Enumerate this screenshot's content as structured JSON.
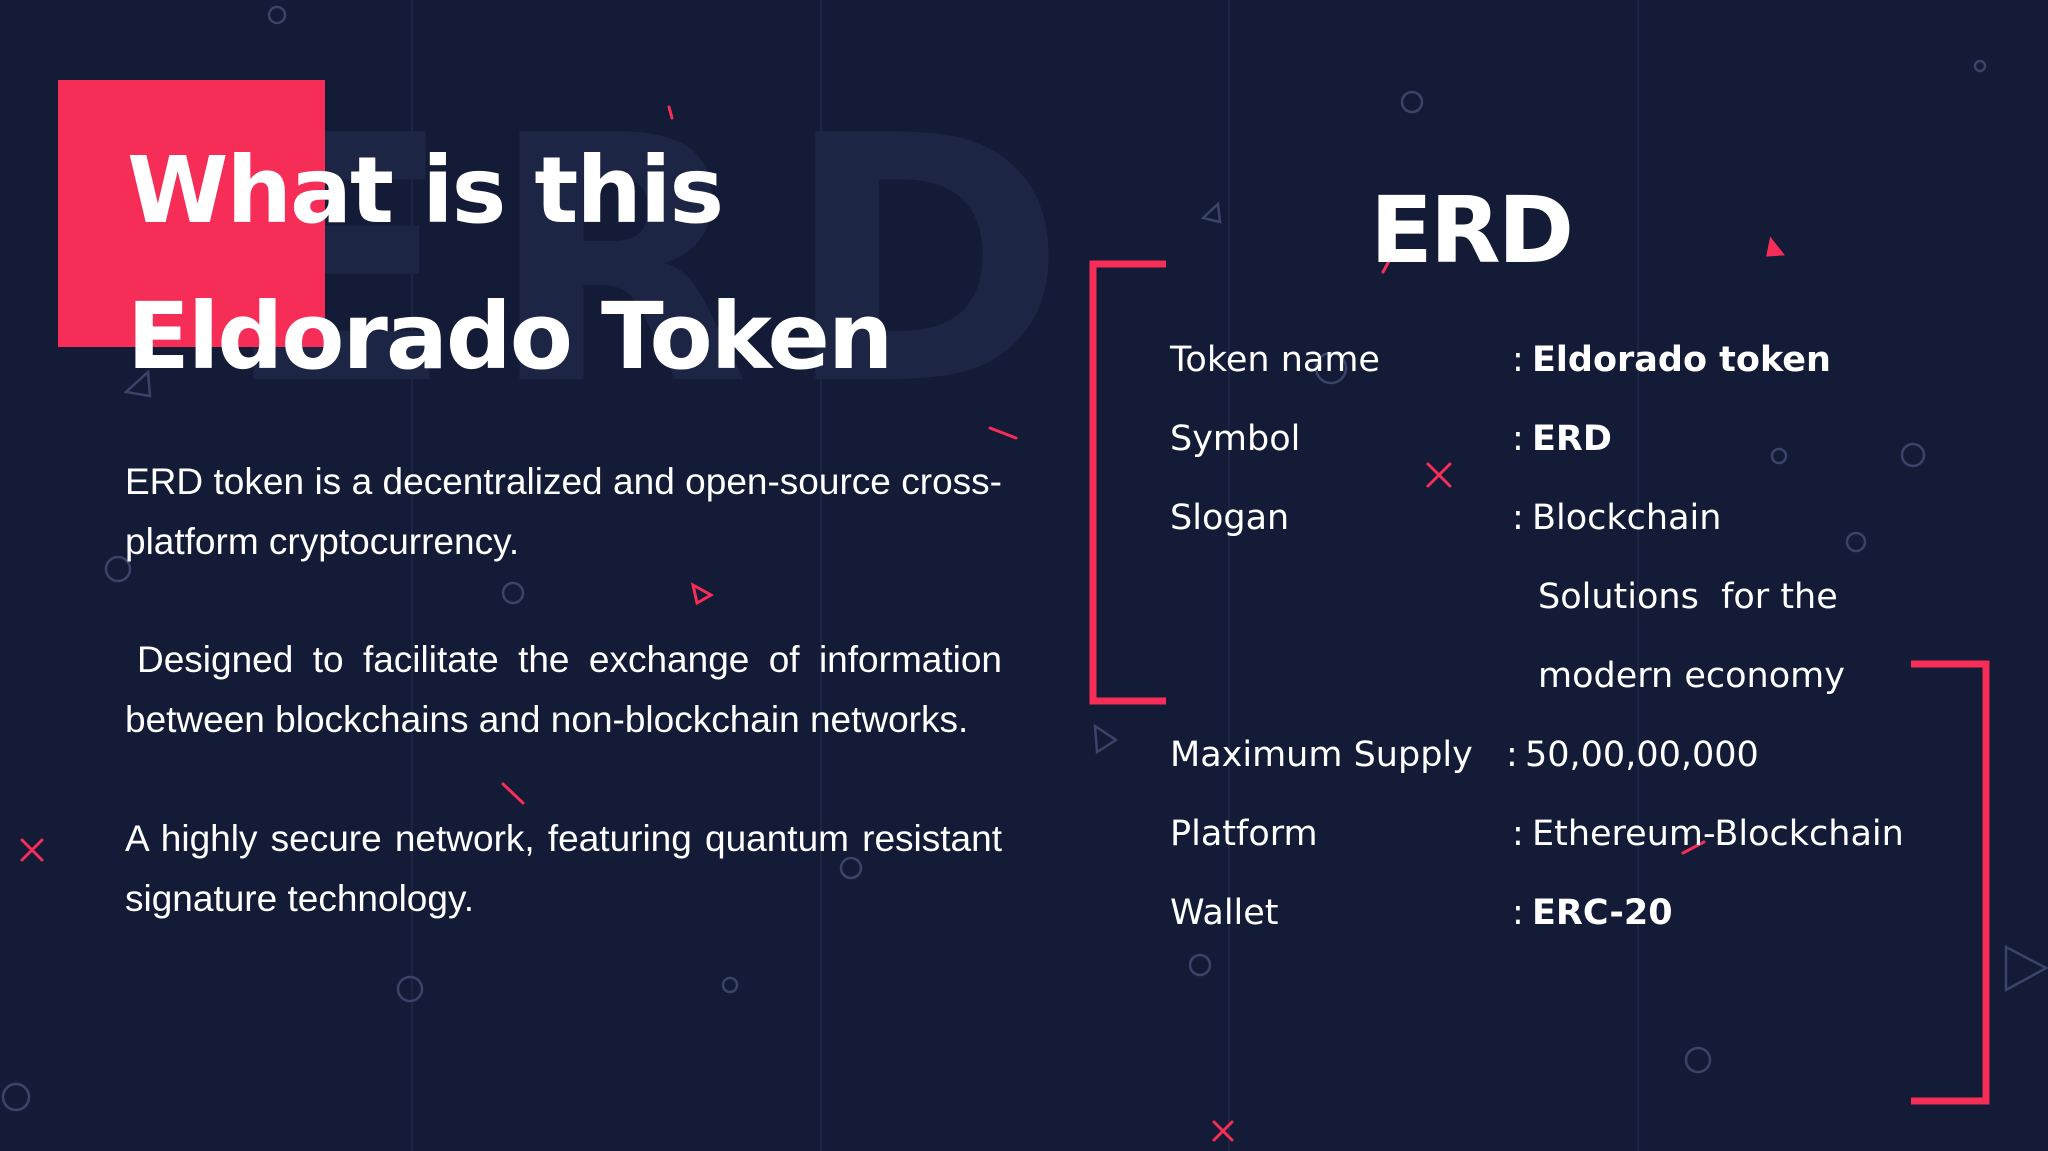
{
  "slide": {
    "watermark": "ERD",
    "title": {
      "line1": "What is this",
      "line2": "Eldorado Token"
    },
    "paragraphs": [
      "ERD token is a decentralized and open-source cross-platform cryptocurrency.",
      "Designed to facilitate the exchange of information between blockchains and non-blockchain networks.",
      "A highly secure network, featuring quantum resistant signature technology."
    ],
    "token_heading": "ERD",
    "details": {
      "separator": ":",
      "token_name": {
        "label": "Token name",
        "value": "Eldorado token"
      },
      "symbol": {
        "label": "Symbol",
        "value": "ERD"
      },
      "slogan": {
        "label": "Slogan",
        "value_line1": "Blockchain",
        "value_line2": "Solutions  for the",
        "value_line3": "modern economy"
      },
      "maximum_supply": {
        "label": "Maximum Supply",
        "value": "50,00,00,000"
      },
      "platform": {
        "label": "Platform",
        "value": "Ethereum-Blockchain"
      },
      "wallet": {
        "label": "Wallet",
        "value": "ERC-20"
      }
    },
    "colors": {
      "background": "#131b36",
      "accent": "#f52d57",
      "text": "#ffffff",
      "decor": "#3a4468"
    }
  }
}
